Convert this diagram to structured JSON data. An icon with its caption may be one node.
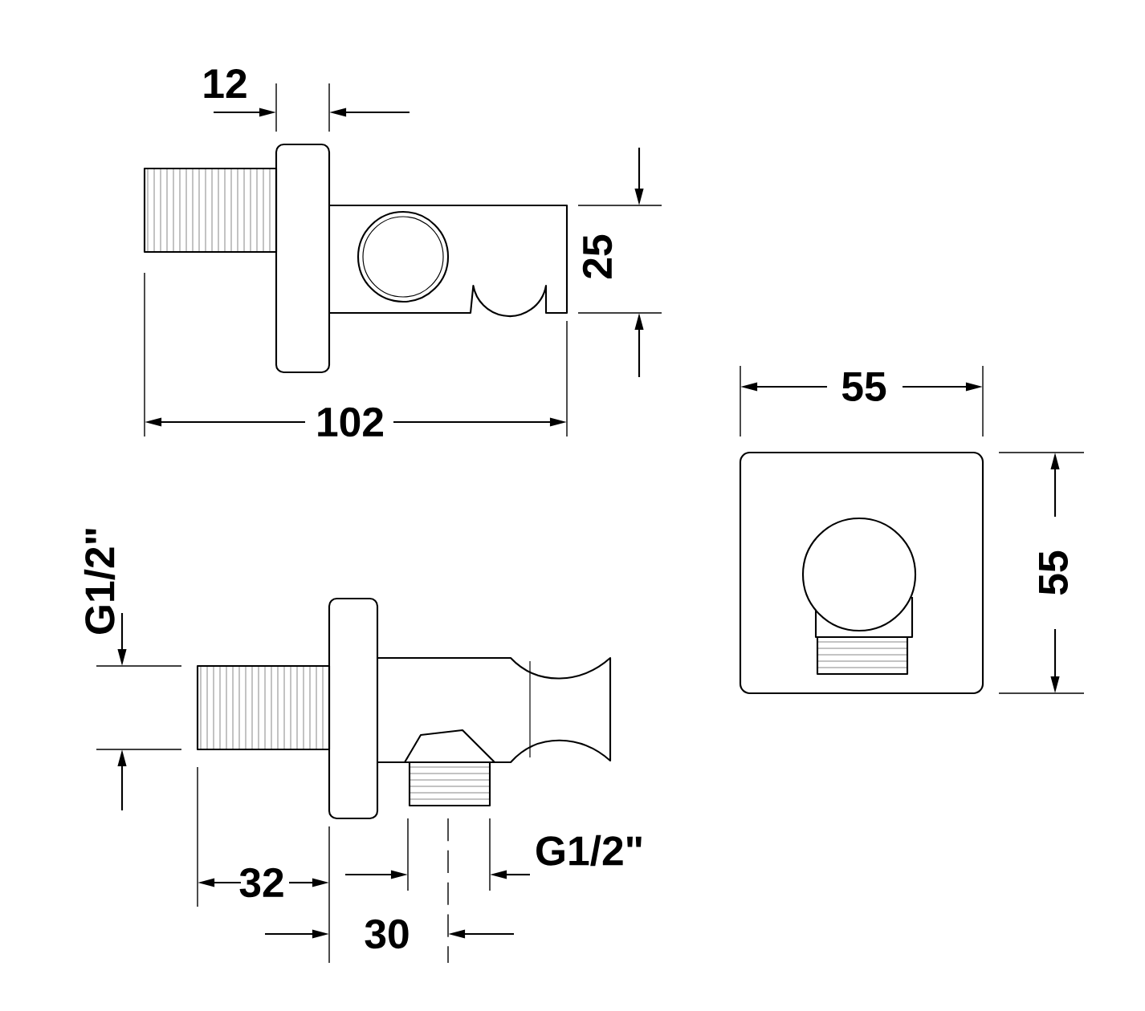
{
  "diagram": {
    "labels": [
      "12",
      "25",
      "55",
      "102",
      "55",
      "G1/2\"",
      "G1/2\"",
      "32",
      "30"
    ]
  }
}
